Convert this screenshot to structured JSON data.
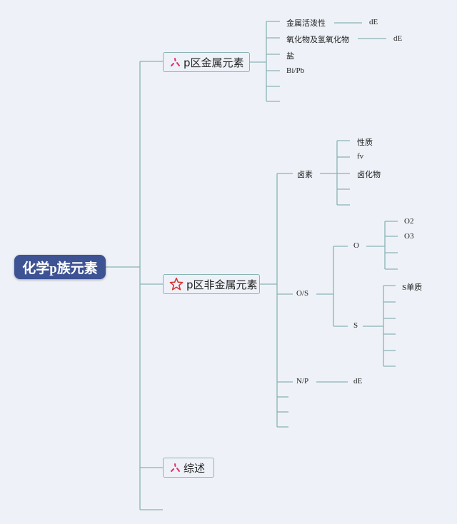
{
  "root": {
    "label": "化学p族元素"
  },
  "branches": {
    "pmetal": {
      "label": "p区金属元素",
      "icon": "pink-sparkle-icon",
      "items": [
        "金属活泼性",
        "氧化物及氢氧化物",
        "盐",
        "Bi/Pb"
      ],
      "metal_activity_child": "dE",
      "oxide_child": "dE"
    },
    "pnonmetal": {
      "label": "p区非金属元素",
      "icon": "red-star-icon",
      "halogen": {
        "label": "卤素",
        "items": [
          "性质",
          "fv",
          "卤化物"
        ]
      },
      "os": {
        "label": "O/S",
        "o": {
          "label": "O",
          "items": [
            "O2",
            "O3"
          ]
        },
        "s": {
          "label": "S",
          "items": [
            "S单质"
          ]
        }
      },
      "np": {
        "label": "N/P",
        "child": "dE"
      }
    },
    "summary": {
      "label": "综述",
      "icon": "pink-sparkle-icon"
    }
  },
  "colors": {
    "line": "#8ab3b3",
    "root_bg": "#3d5394",
    "background": "#eef2f8",
    "sparkle": "#e0306b",
    "star": "#d9312c"
  }
}
